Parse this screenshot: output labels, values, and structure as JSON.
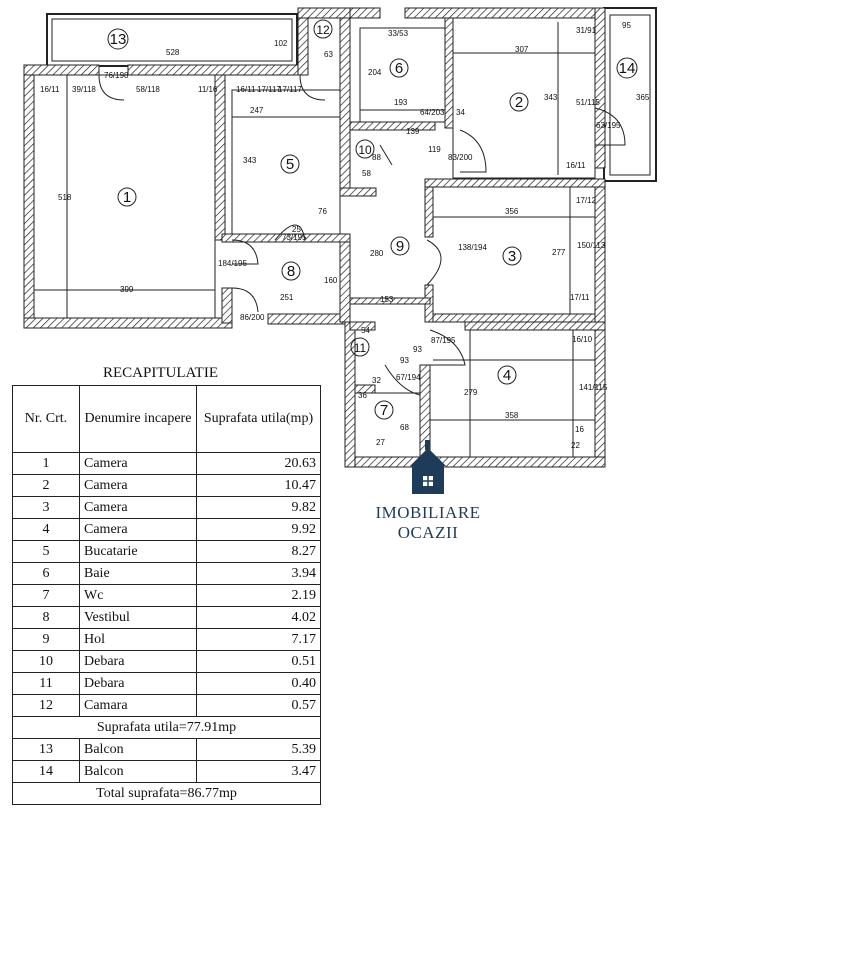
{
  "plan": {
    "rooms": [
      {
        "id": "1",
        "label": "1"
      },
      {
        "id": "2",
        "label": "2"
      },
      {
        "id": "3",
        "label": "3"
      },
      {
        "id": "4",
        "label": "4"
      },
      {
        "id": "5",
        "label": "5"
      },
      {
        "id": "6",
        "label": "6"
      },
      {
        "id": "7",
        "label": "7"
      },
      {
        "id": "8",
        "label": "8"
      },
      {
        "id": "9",
        "label": "9"
      },
      {
        "id": "10",
        "label": "10"
      },
      {
        "id": "11",
        "label": "11"
      },
      {
        "id": "12",
        "label": "12"
      },
      {
        "id": "13",
        "label": "13"
      },
      {
        "id": "14",
        "label": "14"
      }
    ],
    "dimensions": [
      "528",
      "102",
      "95",
      "63",
      "33/53",
      "307",
      "31/91",
      "365",
      "204",
      "193",
      "76/198",
      "39/118",
      "58/118",
      "16/11",
      "11/16",
      "16/11",
      "17/117",
      "17/117",
      "247",
      "343",
      "343",
      "51/115",
      "63/195",
      "64/203",
      "34",
      "139",
      "119",
      "83/200",
      "88",
      "58",
      "16/11",
      "518",
      "76",
      "73/195",
      "25",
      "356",
      "17/12",
      "280",
      "138/194",
      "277",
      "150/113",
      "184/195",
      "160",
      "399",
      "251",
      "153",
      "17/11",
      "86/200",
      "54",
      "87/195",
      "16/10",
      "93",
      "93",
      "67/194",
      "279",
      "358",
      "141/115",
      "36",
      "32",
      "68",
      "27",
      "16",
      "22"
    ]
  },
  "table": {
    "title": "RECAPITULATIE",
    "headers": {
      "nr": "Nr. Crt.",
      "name": "Denumire incapere",
      "area": "Suprafata utila(mp)"
    },
    "rows": [
      {
        "nr": "1",
        "name": "Camera",
        "area": "20.63"
      },
      {
        "nr": "2",
        "name": "Camera",
        "area": "10.47"
      },
      {
        "nr": "3",
        "name": "Camera",
        "area": "9.82"
      },
      {
        "nr": "4",
        "name": "Camera",
        "area": "9.92"
      },
      {
        "nr": "5",
        "name": "Bucatarie",
        "area": "8.27"
      },
      {
        "nr": "6",
        "name": "Baie",
        "area": "3.94"
      },
      {
        "nr": "7",
        "name": "Wc",
        "area": "2.19"
      },
      {
        "nr": "8",
        "name": "Vestibul",
        "area": "4.02"
      },
      {
        "nr": "9",
        "name": "Hol",
        "area": "7.17"
      },
      {
        "nr": "10",
        "name": "Debara",
        "area": "0.51"
      },
      {
        "nr": "11",
        "name": "Debara",
        "area": "0.40"
      },
      {
        "nr": "12",
        "name": "Camara",
        "area": "0.57"
      }
    ],
    "subtotal": "Suprafata utila=77.91mp",
    "balconies": [
      {
        "nr": "13",
        "name": "Balcon",
        "area": "5.39"
      },
      {
        "nr": "14",
        "name": "Balcon",
        "area": "3.47"
      }
    ],
    "total": "Total suprafata=86.77mp"
  },
  "watermark": {
    "text": "IMOBILIARE OCAZII",
    "color": "#1f3b5a",
    "icon": "house-logo-icon"
  }
}
